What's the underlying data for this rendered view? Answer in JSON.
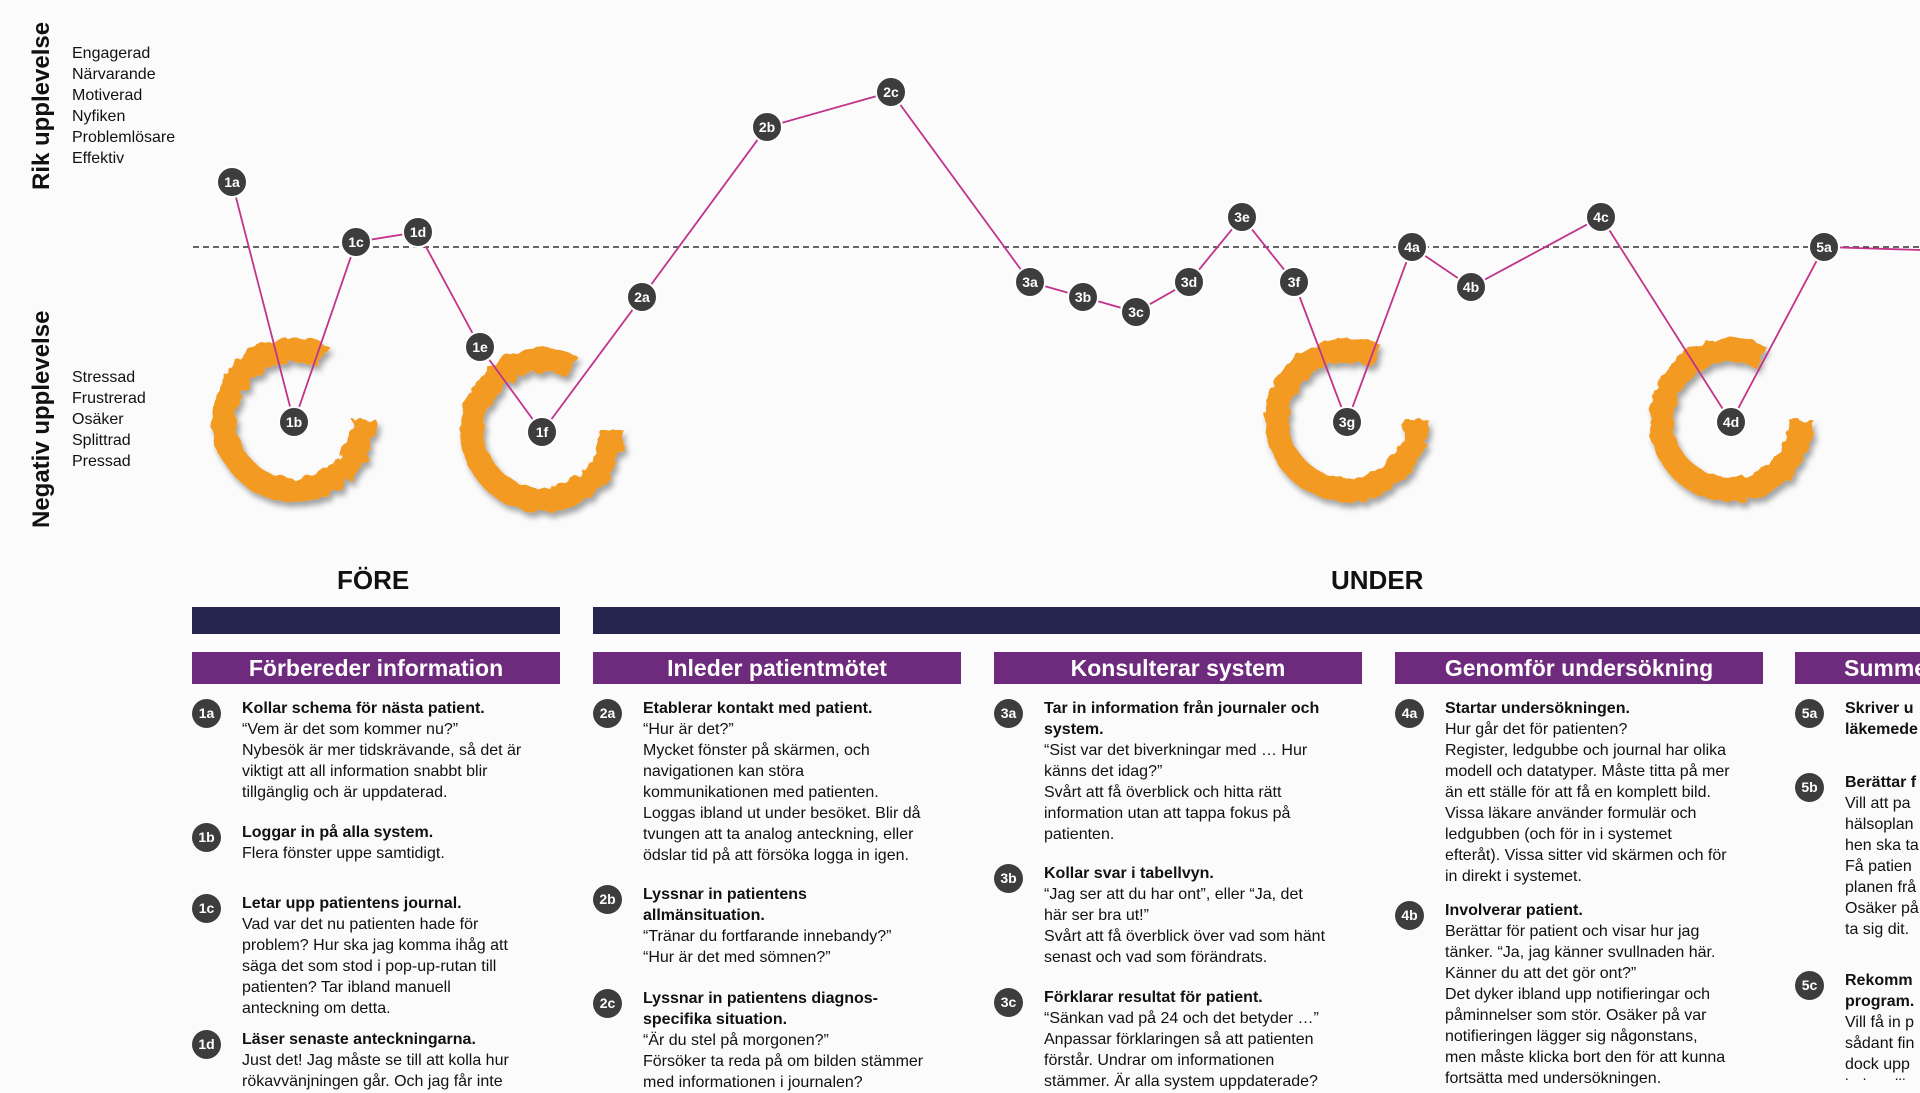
{
  "axis": {
    "positive_label": "Rik upplevelse",
    "negative_label": "Negativ upplevelse",
    "positive_moods": [
      "Engagerad",
      "Närvarande",
      "Motiverad",
      "Nyfiken",
      "Problemlösare",
      "Effektiv"
    ],
    "negative_moods": [
      "Stressad",
      "Frustrerad",
      "Osäker",
      "Splittrad",
      "Pressad"
    ]
  },
  "colors": {
    "line": "#c2338a",
    "node": "#3d3d3d",
    "highlight": "#f29a24",
    "phase_bar": "#252550",
    "section": "#6e2a7c"
  },
  "journey_points": [
    {
      "id": "1a",
      "level": 0.65
    },
    {
      "id": "1b",
      "level": -1.75
    },
    {
      "id": "1c",
      "level": 0.05
    },
    {
      "id": "1d",
      "level": 0.15
    },
    {
      "id": "1e",
      "level": -1.0
    },
    {
      "id": "1f",
      "level": -1.85
    },
    {
      "id": "2a",
      "level": -0.5
    },
    {
      "id": "2b",
      "level": 1.2
    },
    {
      "id": "2c",
      "level": 1.55
    },
    {
      "id": "3a",
      "level": -0.35
    },
    {
      "id": "3b",
      "level": -0.5
    },
    {
      "id": "3c",
      "level": -0.65
    },
    {
      "id": "3d",
      "level": -0.35
    },
    {
      "id": "3e",
      "level": 0.3
    },
    {
      "id": "3f",
      "level": -0.35
    },
    {
      "id": "3g",
      "level": -1.75
    },
    {
      "id": "4a",
      "level": 0.0
    },
    {
      "id": "4b",
      "level": -0.4
    },
    {
      "id": "4c",
      "level": 0.3
    },
    {
      "id": "4d",
      "level": -1.75
    },
    {
      "id": "5a",
      "level": 0.0
    }
  ],
  "highlighted_points": [
    "1b",
    "1f",
    "3g",
    "4d"
  ],
  "phases": {
    "before": "FÖRE",
    "during": "UNDER"
  },
  "sections": [
    {
      "title": "Förbereder information",
      "items": [
        {
          "id": "1a",
          "title": "Kollar schema för nästa patient.",
          "desc": "“Vem är det som kommer nu?”\nNybesök är mer tidskrävande, så det är viktigt att all information snabbt blir tillgänglig och är uppdaterad."
        },
        {
          "id": "1b",
          "title": "Loggar in på alla system.",
          "desc": "Flera fönster uppe samtidigt."
        },
        {
          "id": "1c",
          "title": "Letar upp patientens journal.",
          "desc": "Vad var det nu patienten hade för problem? Hur ska jag komma ihåg att säga det som stod i pop-up-rutan till patienten? Tar ibland manuell anteckning om detta."
        },
        {
          "id": "1d",
          "title": "Läser senaste anteckningarna.",
          "desc": "Just det! Jag måste se till att kolla hur rökavvänjningen går. Och jag får inte"
        }
      ]
    },
    {
      "title": "Inleder patientmötet",
      "items": [
        {
          "id": "2a",
          "title": "Etablerar kontakt med patient.",
          "desc": "“Hur är det?”\nMycket fönster på skärmen, och navigationen kan störa kommunikationen med patienten. Loggas ibland ut under besöket. Blir då tvungen att ta analog anteckning, eller ödslar tid på att försöka logga in igen."
        },
        {
          "id": "2b",
          "title": "Lyssnar in patientens allmänsituation.",
          "desc": "“Tränar du fortfarande innebandy?”\n“Hur är det med sömnen?”"
        },
        {
          "id": "2c",
          "title": "Lyssnar in patientens diagnos-specifika situation.",
          "desc": "“Är du stel på morgonen?”\nFörsöker ta reda på om bilden stämmer med informationen i journalen?"
        }
      ]
    },
    {
      "title": "Konsulterar system",
      "items": [
        {
          "id": "3a",
          "title": "Tar in information från journaler och system.",
          "desc": "“Sist var det biverkningar med … Hur känns det idag?”\nSvårt att få överblick och hitta rätt information utan att tappa fokus på patienten."
        },
        {
          "id": "3b",
          "title": "Kollar svar i tabellvyn.",
          "desc": "“Jag ser att du har ont”, eller “Ja, det här ser bra ut!”\nSvårt att få överblick över vad som hänt senast och vad som förändrats."
        },
        {
          "id": "3c",
          "title": "Förklarar resultat för patient.",
          "desc": "“Sänkan vad på 24 och det betyder …”\nAnpassar förklaringen så att patienten förstår. Undrar om informationen stämmer. Är alla system uppdaterade?"
        }
      ]
    },
    {
      "title": "Genomför undersökning",
      "items": [
        {
          "id": "4a",
          "title": "Startar undersökningen.",
          "desc": "Hur går det för patienten?\nRegister, ledgubbe och journal har olika modell och datatyper. Måste titta på mer än ett ställe för att få en komplett bild. Vissa läkare använder formulär och ledgubben (och för in i systemet efteråt). Vissa sitter vid skärmen och för in direkt i systemet."
        },
        {
          "id": "4b",
          "title": "Involverar patient.",
          "desc": "Berättar för patient och visar hur jag tänker. “Ja, jag känner svullnaden här. Känner du att det gör ont?”\nDet dyker ibland upp notifieringar och påminnelser som stör. Osäker på var notifieringen lägger sig någonstans, men måste klicka bort den för att kunna fortsätta med undersökningen."
        }
      ]
    },
    {
      "title": "Summe",
      "items": [
        {
          "id": "5a",
          "title": "Skriver u läkemede",
          "desc": ""
        },
        {
          "id": "5b",
          "title": "Berättar f",
          "desc": "Vill att pa hälsoplan hen ska ta Få patien planen frå Osäker på ta sig dit."
        },
        {
          "id": "5c",
          "title": "Rekomm program.",
          "desc": "Vill få in p sådant fin dock upp behandli"
        }
      ]
    }
  ]
}
